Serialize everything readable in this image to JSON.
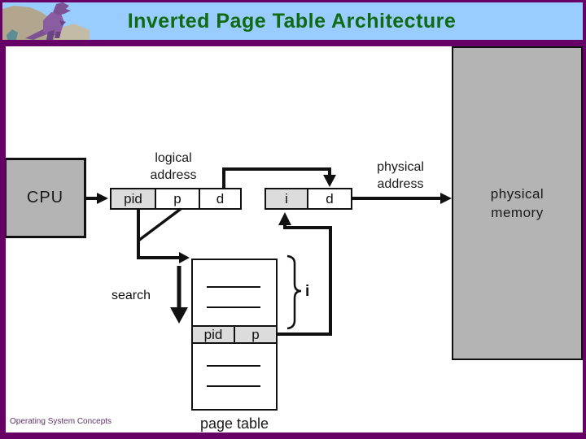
{
  "slide": {
    "title": "Inverted Page Table Architecture",
    "footer": "Operating System Concepts"
  },
  "colors": {
    "header_bg": "#99ccff",
    "title_text": "#0f6a12",
    "frame_purple": "#660066",
    "box_gray": "#b4b4b4",
    "cell_highlight": "#dcdcdc",
    "line_color": "#111111"
  },
  "diagram": {
    "cpu_label": "CPU",
    "logical_address": {
      "line1": "logical",
      "line2": "address"
    },
    "logical_boxes": {
      "pid": "pid",
      "p": "p",
      "d": "d"
    },
    "physical_address": {
      "line1": "physical",
      "line2": "address"
    },
    "physical_boxes": {
      "i": "i",
      "d": "d"
    },
    "physical_memory": {
      "line1": "physical",
      "line2": "memory"
    },
    "search_label": "search",
    "index_label": "i",
    "page_table": {
      "row": {
        "pid": "pid",
        "p": "p"
      },
      "caption": "page table"
    }
  }
}
